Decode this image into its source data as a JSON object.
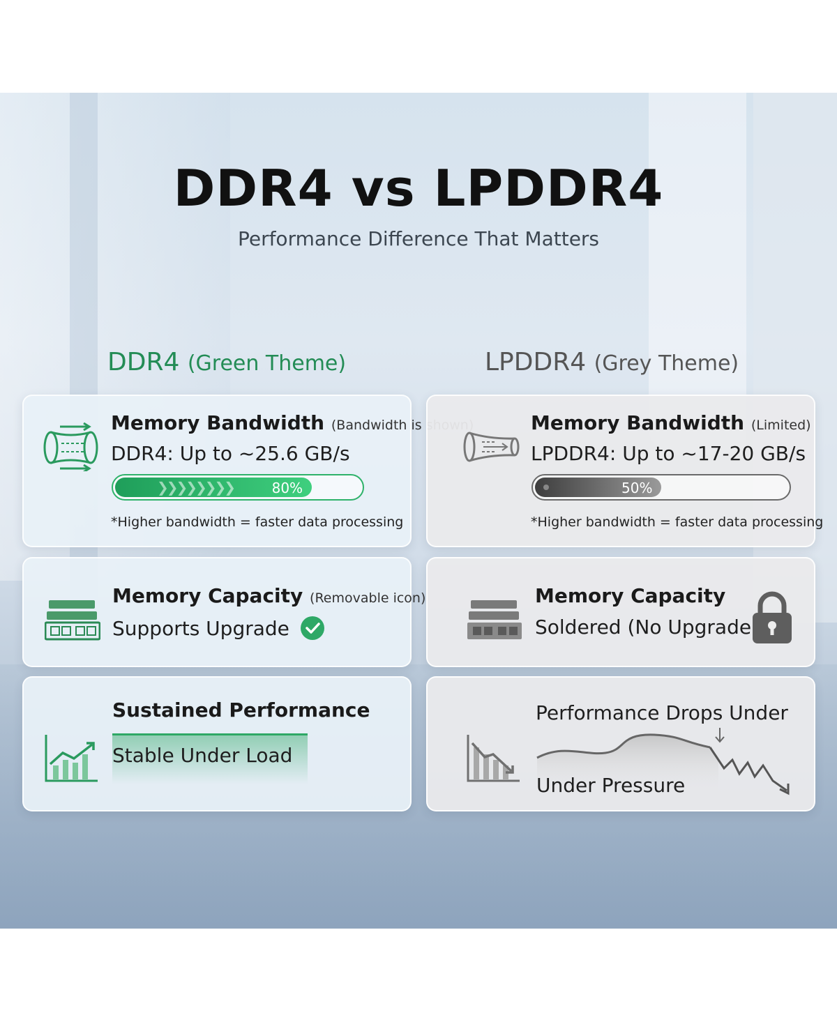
{
  "header": {
    "title": "DDR4 vs LPDDR4",
    "subtitle": "Performance Difference That Matters"
  },
  "colors": {
    "green": "#2aa866",
    "grey": "#6f6f6f"
  },
  "columns": [
    {
      "name": "DDR4",
      "theme_note": "(Green Theme)",
      "bandwidth": {
        "title": "Memory Bandwidth",
        "note": "(Bandwidth is shown)",
        "value": "DDR4: Up to ~25.6 GB/s",
        "progress": 80,
        "progress_label": "80%",
        "footnote": "*Higher bandwidth = faster data processing",
        "icon": "data-flow-icon"
      },
      "capacity": {
        "title": "Memory Capacity",
        "note": "(Removable icon)",
        "value": "Supports Upgrade",
        "status_icon": "check-circle-icon",
        "icon": "ram-module-icon"
      },
      "sustained": {
        "title": "Sustained Performance",
        "value": "Stable Under Load",
        "icon": "rising-chart-icon"
      }
    },
    {
      "name": "LPDDR4",
      "theme_note": "(Grey Theme)",
      "bandwidth": {
        "title": "Memory Bandwidth",
        "note": "(Limited)",
        "value": "LPDDR4: Up to ~17-20 GB/s",
        "progress": 50,
        "progress_label": "50%",
        "footnote": "*Higher bandwidth = faster data processing",
        "icon": "narrow-pipe-icon"
      },
      "capacity": {
        "title": "Memory Capacity",
        "value": "Soldered (No Upgrade)",
        "status_icon": "padlock-icon",
        "icon": "ram-module-icon"
      },
      "sustained": {
        "line1": "Performance Drops Under",
        "line2": "Under Pressure",
        "icon": "falling-chart-icon"
      }
    }
  ]
}
